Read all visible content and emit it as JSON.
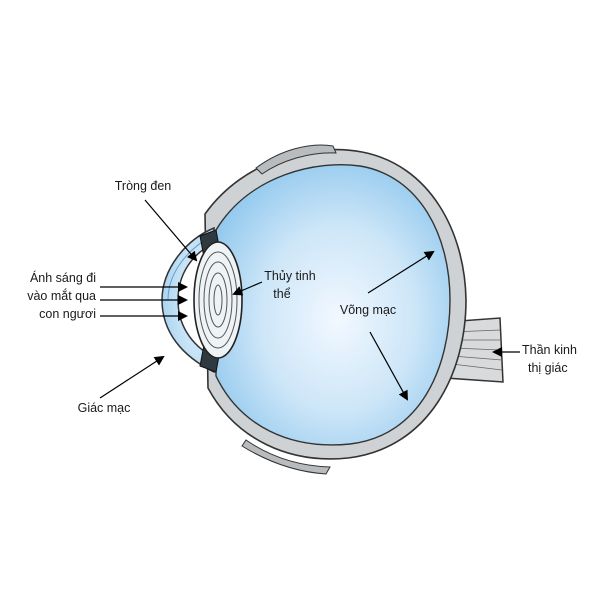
{
  "labels": {
    "iris": "Tròng đen",
    "light_line1": "Ánh sáng đi",
    "light_line2": "vào mắt qua",
    "light_line3": "con ngươi",
    "lens_line1": "Thủy tinh",
    "lens_line2": "thể",
    "retina": "Võng mạc",
    "optic_line1": "Thần kinh",
    "optic_line2": "thị giác",
    "cornea": "Giác mạc"
  },
  "colors": {
    "eye_fill_center": "#f2f8ff",
    "eye_fill_edge": "#9fd0f0",
    "outline": "#333333",
    "sclera_gray": "#cfd2d4"
  }
}
